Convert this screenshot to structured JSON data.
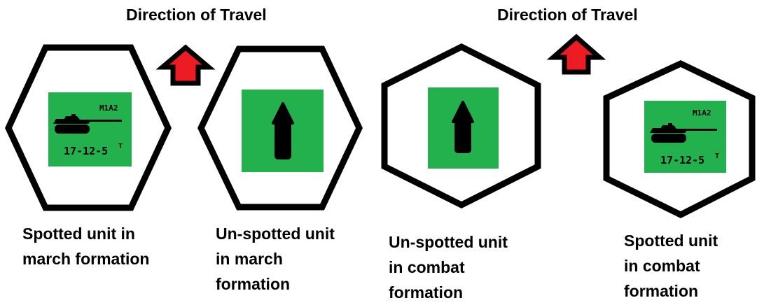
{
  "headings": {
    "left": "Direction of Travel",
    "right": "Direction of Travel"
  },
  "counters": {
    "spotted_march": {
      "type": "M1A2",
      "stats": "17-12-5",
      "sup": "T"
    },
    "spotted_combat": {
      "type": "M1A2",
      "stats": "17-12-5",
      "sup": "T"
    }
  },
  "captions": {
    "spotted_march": [
      "Spotted unit in",
      "march formation"
    ],
    "unspotted_march": [
      "Un-spotted unit",
      "in march",
      "formation"
    ],
    "unspotted_combat": [
      "Un-spotted unit",
      "in combat",
      "formation"
    ],
    "spotted_combat": [
      "Spotted unit",
      "in combat",
      "formation"
    ]
  },
  "colors": {
    "counter_green": "#22b14c",
    "travel_arrow_red": "#ed1c24",
    "outline": "#000000"
  }
}
